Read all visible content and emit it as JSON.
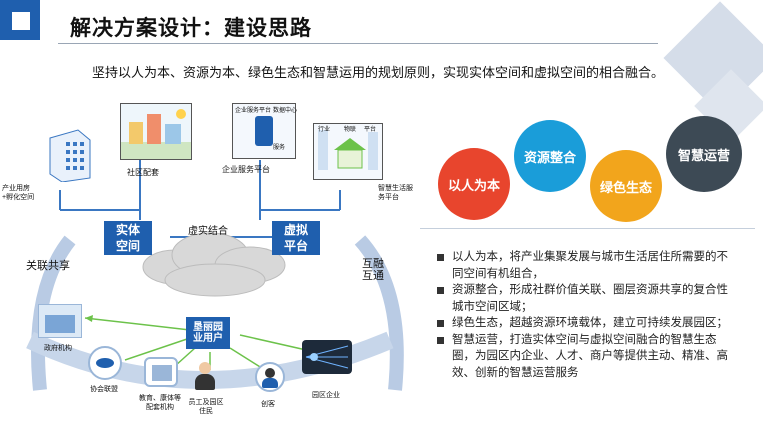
{
  "header": {
    "title": "解决方案设计：建设思路",
    "subtitle": "坚持以人为本、资源为本、绿色生态和智慧运用的规划原则，实现实体空间和虚拟空间的相合融合。"
  },
  "diagram": {
    "top_panels": {
      "incubation": "产业用房+孵化空间",
      "community": "社区配套",
      "enterprise_platform": "企业服务平台",
      "smart_platform": "智慧生活服务平台"
    },
    "enterprise_panel_text": [
      "企业服务平台",
      "数据中心",
      "服务"
    ],
    "smart_panel_text": [
      "行业",
      "物联",
      "平台"
    ],
    "physical_space": "实体空间",
    "virtual_space": "虚拟平台",
    "integration": "虚实结合",
    "left_arc": "关联共享",
    "right_arc": "互融互通",
    "center_hub": "垦丽园业用户",
    "nodes": {
      "government": "政府机构",
      "association": "协会联盟",
      "education": "教育、康体等配套机构",
      "employees": "员工及园区住民",
      "investors": "创客",
      "enterprises": "园区企业"
    }
  },
  "circles": [
    {
      "label": "以人为本",
      "color": "#e8452d"
    },
    {
      "label": "资源整合",
      "color": "#1a9dd9"
    },
    {
      "label": "绿色生态",
      "color": "#f2a51c"
    },
    {
      "label": "智慧运营",
      "color": "#3d4a55"
    }
  ],
  "bullets": [
    "以人为本，将产业集聚发展与城市生活居住所需要的不同空间有机组合，",
    "资源整合，形成社群价值关联、圈层资源共享的复合性城市空间区域；",
    "绿色生态，超越资源环境载体，建立可持续发展园区；",
    "智慧运营，打造实体空间与虚拟空间融合的智慧生态圈，为园区内企业、人才、商户等提供主动、精准、高效、创新的智慧运营服务"
  ],
  "colors": {
    "accent": "#1f5fae",
    "red": "#e8452d",
    "blue": "#1a9dd9",
    "orange": "#f2a51c",
    "dark": "#3d4a55"
  }
}
